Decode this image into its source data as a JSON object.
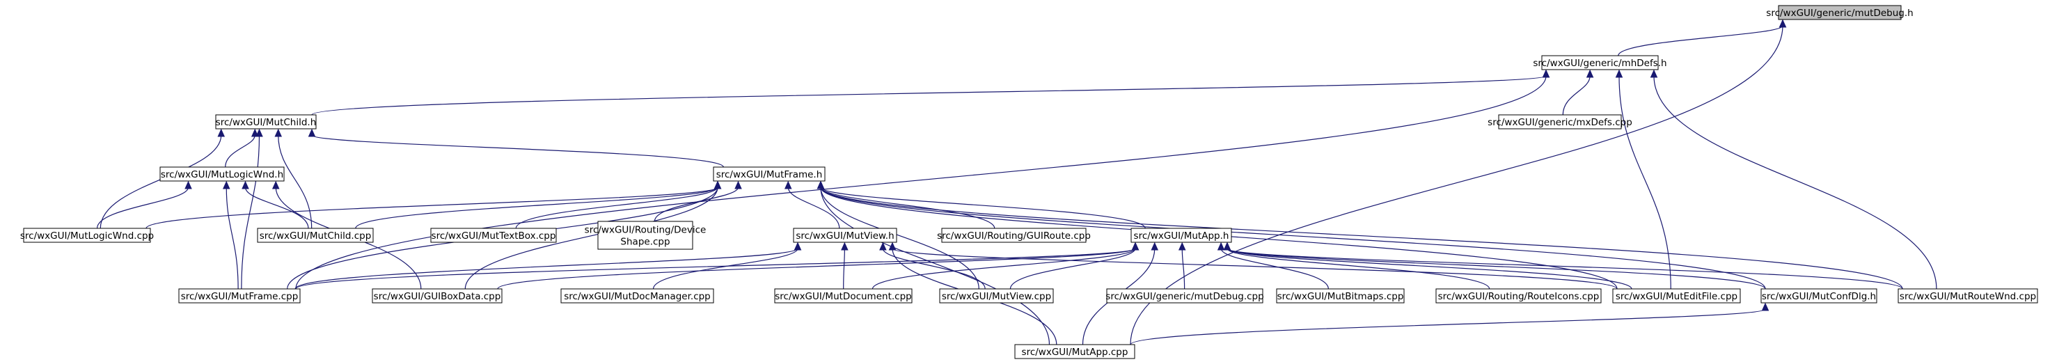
{
  "nodes": [
    {
      "id": "mutDebug_h",
      "label": "src/wxGUI/generic/mutDebug.h",
      "root": true
    },
    {
      "id": "mhDefs_h",
      "label": "src/wxGUI/generic/mhDefs.h"
    },
    {
      "id": "MutChild_h",
      "label": "src/wxGUI/MutChild.h"
    },
    {
      "id": "mxDefs_cpp",
      "label": "src/wxGUI/generic/mxDefs.cpp"
    },
    {
      "id": "MutLogicWnd_h",
      "label": "src/wxGUI/MutLogicWnd.h"
    },
    {
      "id": "MutFrame_h",
      "label": "src/wxGUI/MutFrame.h"
    },
    {
      "id": "MutLogicWnd_cpp",
      "label": "src/wxGUI/MutLogicWnd.cpp"
    },
    {
      "id": "MutChild_cpp",
      "label": "src/wxGUI/MutChild.cpp"
    },
    {
      "id": "MutTextBox_cpp",
      "label": "src/wxGUI/MutTextBox.cpp"
    },
    {
      "id": "DeviceShape_cpp",
      "label": [
        "src/wxGUI/Routing/Device",
        "Shape.cpp"
      ]
    },
    {
      "id": "MutView_h",
      "label": "src/wxGUI/MutView.h"
    },
    {
      "id": "GUIRoute_cpp",
      "label": "src/wxGUI/Routing/GUIRoute.cpp"
    },
    {
      "id": "MutApp_h",
      "label": "src/wxGUI/MutApp.h"
    },
    {
      "id": "MutFrame_cpp",
      "label": "src/wxGUI/MutFrame.cpp"
    },
    {
      "id": "GUIBoxData_cpp",
      "label": "src/wxGUI/GUIBoxData.cpp"
    },
    {
      "id": "MutDocManager_cpp",
      "label": "src/wxGUI/MutDocManager.cpp"
    },
    {
      "id": "MutDocument_cpp",
      "label": "src/wxGUI/MutDocument.cpp"
    },
    {
      "id": "MutView_cpp",
      "label": "src/wxGUI/MutView.cpp"
    },
    {
      "id": "mutDebug_cpp",
      "label": "src/wxGUI/generic/mutDebug.cpp"
    },
    {
      "id": "MutBitmaps_cpp",
      "label": "src/wxGUI/MutBitmaps.cpp"
    },
    {
      "id": "RouteIcons_cpp",
      "label": "src/wxGUI/Routing/RouteIcons.cpp"
    },
    {
      "id": "MutEditFile_cpp",
      "label": "src/wxGUI/MutEditFile.cpp"
    },
    {
      "id": "MutConfDlg_h",
      "label": "src/wxGUI/MutConfDlg.h"
    },
    {
      "id": "MutRouteWnd_cpp",
      "label": "src/wxGUI/MutRouteWnd.cpp"
    },
    {
      "id": "MutApp_cpp",
      "label": "src/wxGUI/MutApp.cpp"
    }
  ],
  "edges": [
    [
      "mhDefs_h",
      "mutDebug_h"
    ],
    [
      "MutApp_cpp",
      "mutDebug_h"
    ],
    [
      "MutChild_h",
      "mhDefs_h"
    ],
    [
      "mxDefs_cpp",
      "mhDefs_h"
    ],
    [
      "MutFrame_cpp",
      "mhDefs_h"
    ],
    [
      "MutEditFile_cpp",
      "mhDefs_h"
    ],
    [
      "MutRouteWnd_cpp",
      "mhDefs_h"
    ],
    [
      "MutLogicWnd_h",
      "MutChild_h"
    ],
    [
      "MutFrame_h",
      "MutChild_h"
    ],
    [
      "MutLogicWnd_cpp",
      "MutChild_h"
    ],
    [
      "MutChild_cpp",
      "MutChild_h"
    ],
    [
      "MutFrame_cpp",
      "MutChild_h"
    ],
    [
      "MutLogicWnd_cpp",
      "MutLogicWnd_h"
    ],
    [
      "MutChild_cpp",
      "MutLogicWnd_h"
    ],
    [
      "MutFrame_cpp",
      "MutLogicWnd_h"
    ],
    [
      "GUIBoxData_cpp",
      "MutLogicWnd_h"
    ],
    [
      "MutLogicWnd_cpp",
      "MutFrame_h"
    ],
    [
      "MutChild_cpp",
      "MutFrame_h"
    ],
    [
      "MutTextBox_cpp",
      "MutFrame_h"
    ],
    [
      "DeviceShape_cpp",
      "MutFrame_h"
    ],
    [
      "MutView_h",
      "MutFrame_h"
    ],
    [
      "GUIRoute_cpp",
      "MutFrame_h"
    ],
    [
      "MutApp_h",
      "MutFrame_h"
    ],
    [
      "MutFrame_cpp",
      "MutFrame_h"
    ],
    [
      "GUIBoxData_cpp",
      "MutFrame_h"
    ],
    [
      "MutApp_cpp",
      "MutFrame_h"
    ],
    [
      "MutView_cpp",
      "MutFrame_h"
    ],
    [
      "MutEditFile_cpp",
      "MutFrame_h"
    ],
    [
      "MutConfDlg_h",
      "MutFrame_h"
    ],
    [
      "MutRouteWnd_cpp",
      "MutFrame_h"
    ],
    [
      "MutFrame_cpp",
      "MutView_h"
    ],
    [
      "MutDocManager_cpp",
      "MutView_h"
    ],
    [
      "MutDocument_cpp",
      "MutView_h"
    ],
    [
      "MutView_cpp",
      "MutView_h"
    ],
    [
      "MutApp_cpp",
      "MutView_h"
    ],
    [
      "MutEditFile_cpp",
      "MutView_h"
    ],
    [
      "MutFrame_cpp",
      "MutApp_h"
    ],
    [
      "GUIBoxData_cpp",
      "MutApp_h"
    ],
    [
      "MutDocument_cpp",
      "MutApp_h"
    ],
    [
      "MutView_cpp",
      "MutApp_h"
    ],
    [
      "mutDebug_cpp",
      "MutApp_h"
    ],
    [
      "MutBitmaps_cpp",
      "MutApp_h"
    ],
    [
      "RouteIcons_cpp",
      "MutApp_h"
    ],
    [
      "MutEditFile_cpp",
      "MutApp_h"
    ],
    [
      "MutConfDlg_h",
      "MutApp_h"
    ],
    [
      "MutRouteWnd_cpp",
      "MutApp_h"
    ],
    [
      "MutApp_cpp",
      "MutApp_h"
    ],
    [
      "MutApp_cpp",
      "MutConfDlg_h"
    ]
  ]
}
